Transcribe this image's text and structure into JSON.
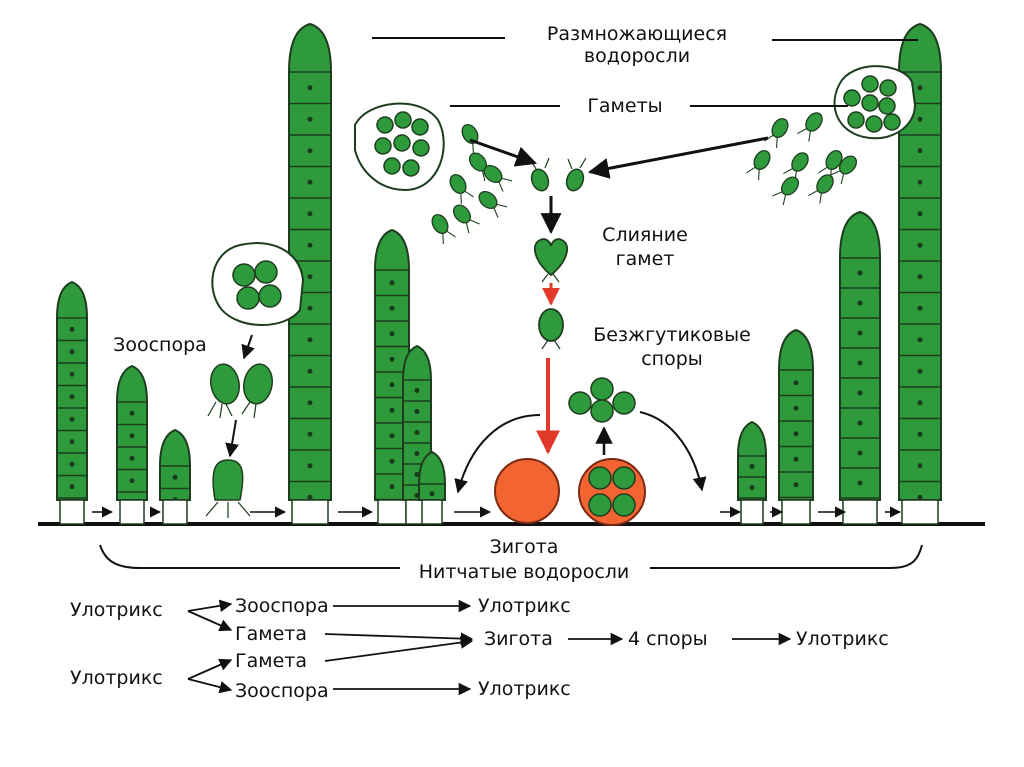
{
  "labels": {
    "reproducing_algae_1": "Размножающиеся",
    "reproducing_algae_2": "водоросли",
    "gametes": "Гаметы",
    "fusion_1": "Слияние",
    "fusion_2": "гамет",
    "flagellaless_1": "Безжгутиковые",
    "flagellaless_2": "споры",
    "zoospore": "Зооспора",
    "zygote": "Зигота",
    "filamentous_algae": "Нитчатые водоросли"
  },
  "scheme": {
    "row1_source": "Улотрикс",
    "row1_zoospore": "Зооспора",
    "row1_result": "Улотрикс",
    "row1_gamete": "Гамета",
    "zygote": "Зигота",
    "four_spores": "4 споры",
    "final": "Улотрикс",
    "row2_gamete": "Гамета",
    "row2_source": "Улотрикс",
    "row2_zoospore": "Зооспора",
    "row2_result": "Улотрикс"
  },
  "colors": {
    "cell_fill": "#2e9a3c",
    "cell_stroke": "#1d3d1e",
    "zygote_fill": "#f26532",
    "arrow_red": "#e23a2a",
    "ink": "#111111"
  }
}
